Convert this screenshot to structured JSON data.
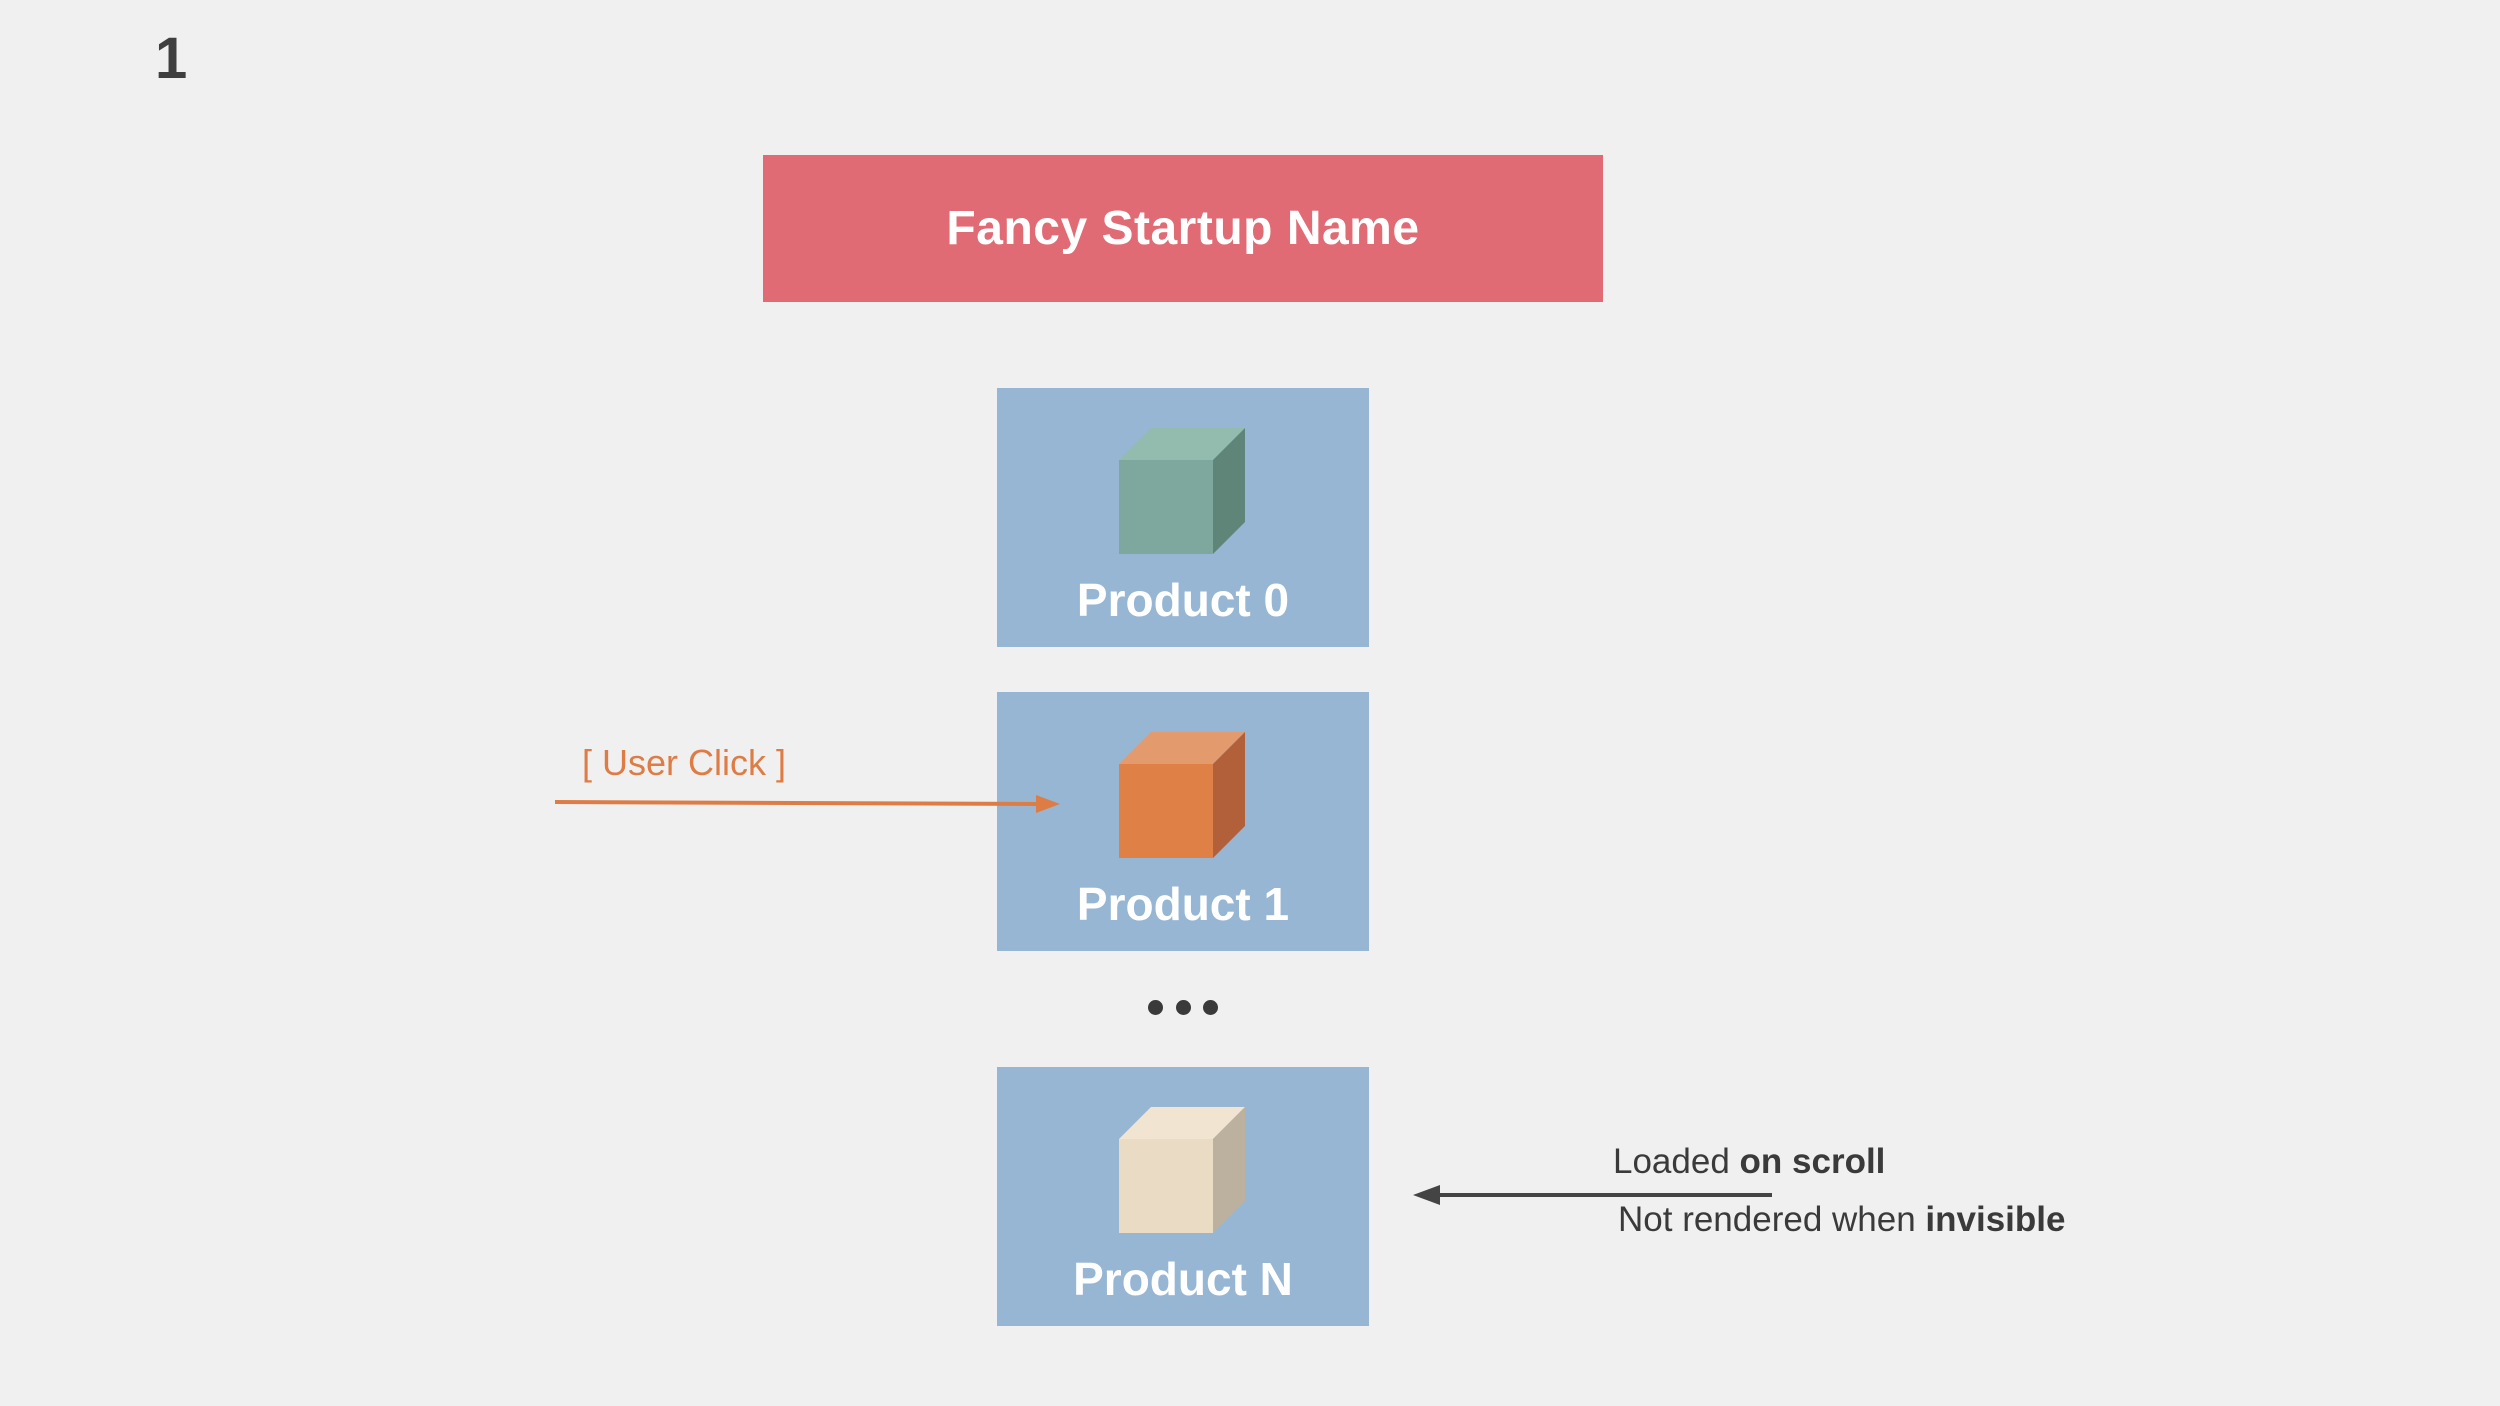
{
  "slide": {
    "number": "1"
  },
  "header": {
    "title": "Fancy Startup Name",
    "color": "#e06b74"
  },
  "products": [
    {
      "label": "Product 0",
      "cube": "cube-icon",
      "cube_color": "#7ea89d"
    },
    {
      "label": "Product 1",
      "cube": "cube-icon",
      "cube_color": "#df8047"
    },
    {
      "label": "Product N",
      "cube": "cube-icon",
      "cube_color": "#eadcc4"
    }
  ],
  "card_color": "#96b6d4",
  "user_click": {
    "label": "[ User Click ]",
    "color": "#dd7c45"
  },
  "scroll_note": {
    "line1_prefix": "Loaded ",
    "line1_bold": "on scroll",
    "line2_prefix": "Not rendered when ",
    "line2_bold": "invisible"
  }
}
